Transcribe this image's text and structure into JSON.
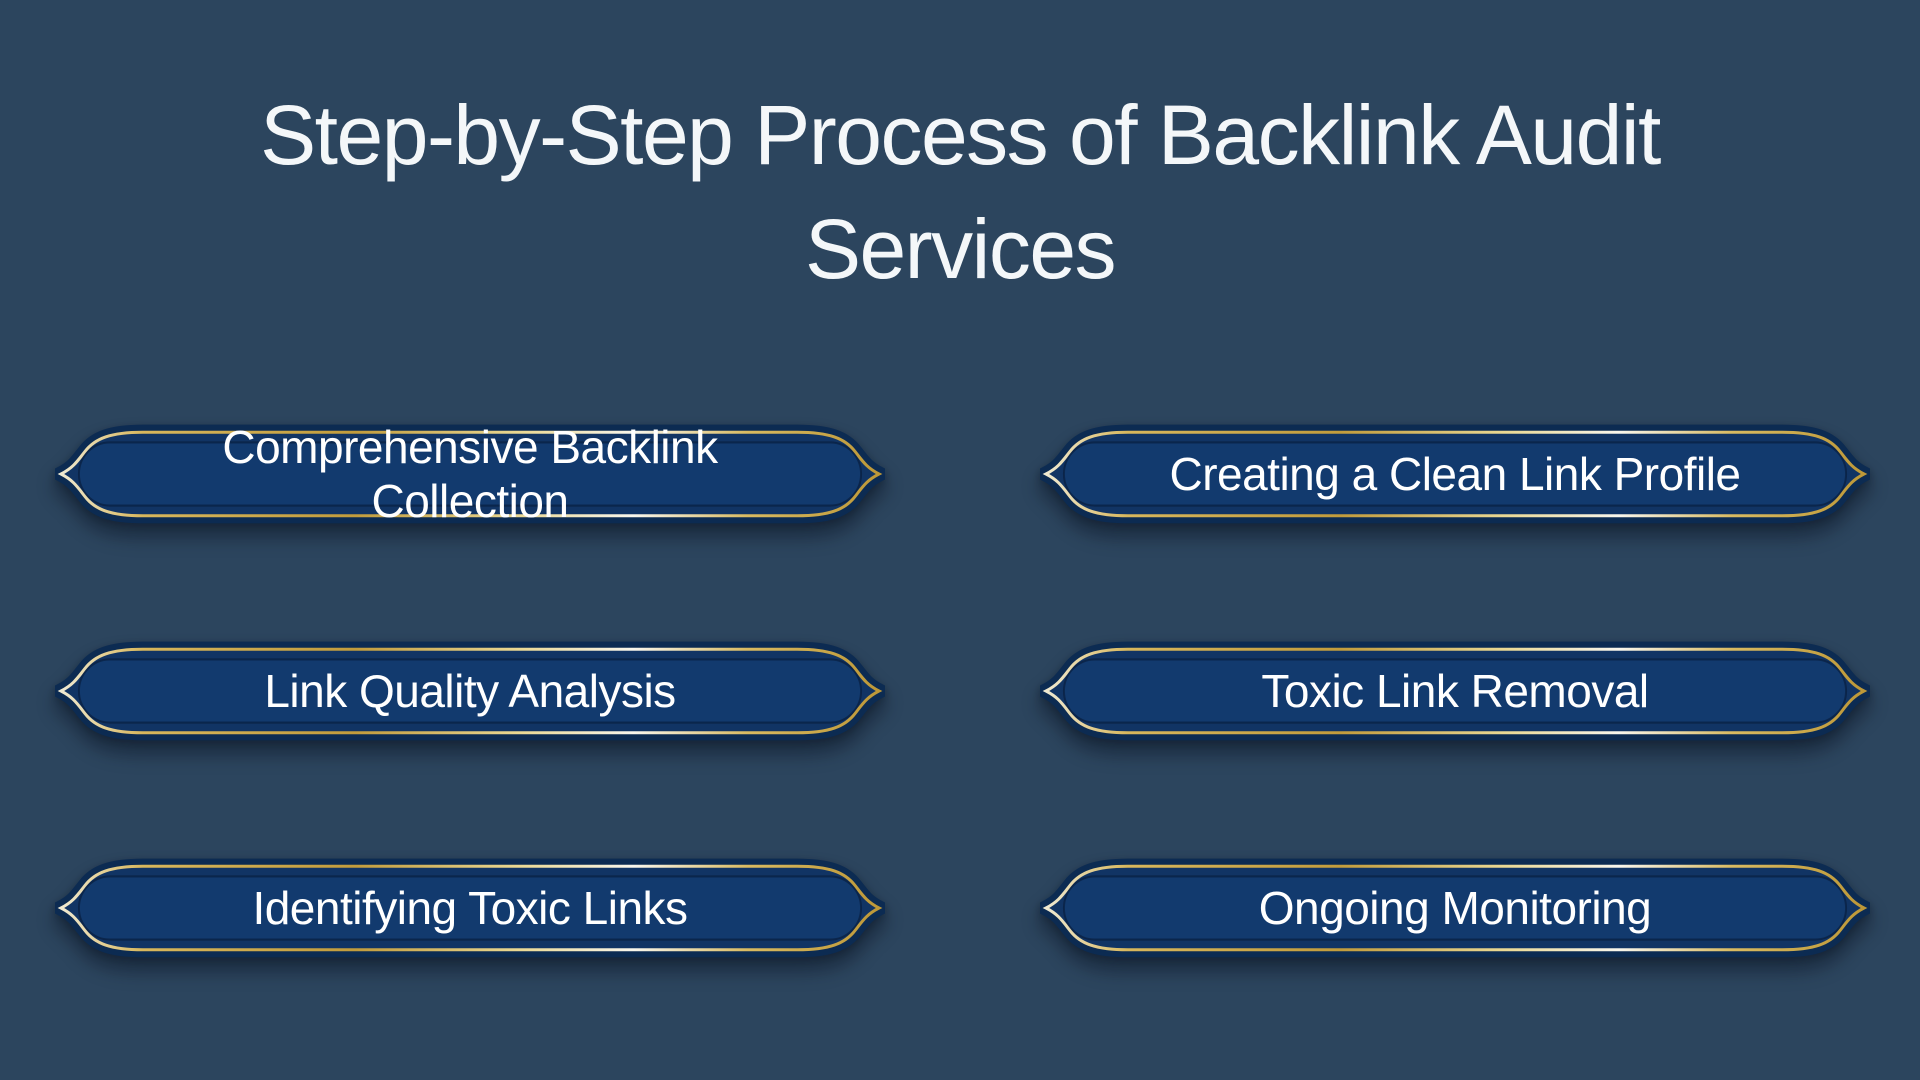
{
  "title": {
    "text": "Step-by-Step Process of Backlink Audit Services",
    "lines": [
      "Step-by-Step Process of Backlink Audit",
      "Services"
    ]
  },
  "banners": [
    {
      "label": "Comprehensive Backlink Collection"
    },
    {
      "label": "Creating a Clean Link Profile"
    },
    {
      "label": "Link Quality Analysis"
    },
    {
      "label": "Toxic Link Removal"
    },
    {
      "label": "Identifying Toxic Links"
    },
    {
      "label": "Ongoing Monitoring"
    }
  ],
  "colors": {
    "background": "#2c455e",
    "banner_fill": "#113464",
    "banner_inner_fill": "#123a6e",
    "banner_rim": "#0c2b52",
    "gold": "#c29c3c",
    "gold_pale": "#f0ead2",
    "silver_highlight": "#f9f6ec",
    "text": "#ffffff",
    "title_text": "#f4f7f9"
  }
}
